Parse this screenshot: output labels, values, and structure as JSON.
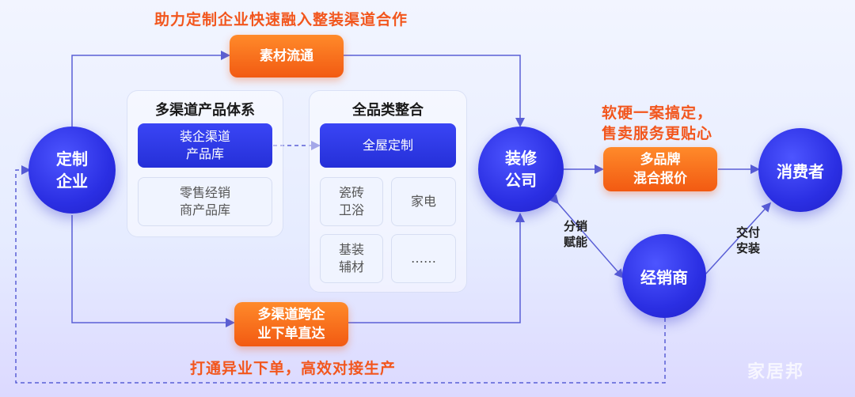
{
  "top_caption": "助力定制企业快速融入整装渠道合作",
  "bottom_caption": "打通异业下单，高效对接生产",
  "right_caption_line1": "软硬一案搞定，",
  "right_caption_line2": "售卖服务更贴心",
  "nodes": {
    "custom_enterprise_line1": "定制",
    "custom_enterprise_line2": "企业",
    "decoration_company_line1": "装修",
    "decoration_company_line2": "公司",
    "consumer": "消费者",
    "dealer": "经销商"
  },
  "boxes": {
    "material_flow": "素材流通",
    "cross_order_line1": "多渠道跨企",
    "cross_order_line2": "业下单直达",
    "multi_brand_line1": "多品牌",
    "multi_brand_line2": "混合报价"
  },
  "multichannel_panel": {
    "title": "多渠道产品体系",
    "primary_line1": "装企渠道",
    "primary_line2": "产品库",
    "secondary_line1": "零售经销",
    "secondary_line2": "商产品库"
  },
  "category_panel": {
    "title": "全品类整合",
    "primary": "全屋定制",
    "tile1_line1": "瓷砖",
    "tile1_line2": "卫浴",
    "tile2": "家电",
    "tile3_line1": "基装",
    "tile3_line2": "辅材",
    "tile4": "……"
  },
  "edge_labels": {
    "distribution_line1": "分销",
    "distribution_line2": "赋能",
    "delivery_line1": "交付",
    "delivery_line2": "安装"
  },
  "watermark": "家居邦",
  "colors": {
    "accent_orange": "#f2561d",
    "node_blue": "#2b2fe3",
    "line": "#5a5fd6"
  }
}
